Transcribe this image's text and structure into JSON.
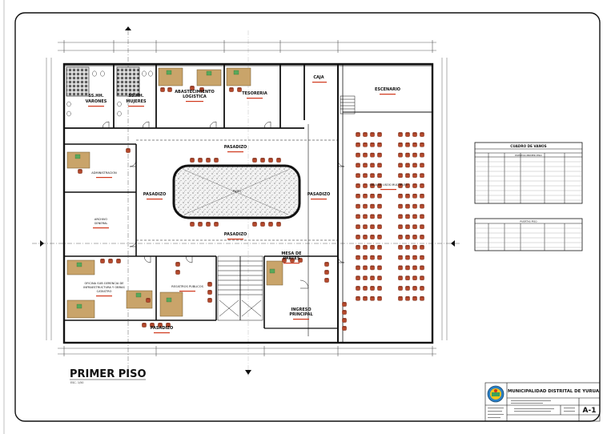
{
  "rooms": {
    "sshh_varones": [
      "SS.HH.",
      "VARONES"
    ],
    "sshh_mujeres": [
      "SS.HH.",
      "MUJERES"
    ],
    "abastecimiento": [
      "ABASTECIMIENTO",
      "LOGISTICA"
    ],
    "tesoreria": "TESORERIA",
    "caja": "CAJA",
    "escenario": "ESCENARIO",
    "pasadizo_top": "PASADIZO",
    "pasadizo_left": "PASADIZO",
    "pasadizo_right": "PASADIZO",
    "pasadizo_mid": "PASADIZO",
    "pasadizo_bottom": "PASADIZO",
    "administracion": "ADMINISTRACION",
    "archivo": [
      "ARCHIVO",
      "GENERAL"
    ],
    "patio": "PATIO",
    "sala_usos": "SALA DE USOS MULTIPLES",
    "mesa_partes": [
      "MESA DE",
      "PARTES"
    ],
    "oficina": [
      "OFICINA SUB GERENCIA DE",
      "INFRAESTRUCTURA Y OBRAS",
      "CATASTRO"
    ],
    "registros": "REGISTROS PUBLICOS",
    "ingreso": [
      "INGRESO",
      "PRINCIPAL"
    ]
  },
  "tables": {
    "vanos_title": "CUADRO DE VANOS",
    "first_sub": "PUERTAS PRIMER PISO",
    "second_sub": "PUERTAS PISO"
  },
  "title": {
    "main": "PRIMER PISO",
    "scale": "ESC. 1/50"
  },
  "titleblock": {
    "municipality": "MUNICIPALIDAD DISTRITAL DE YURUA",
    "sheet": "A-1"
  },
  "colors": {
    "chair": "#b5492c",
    "desk": "#c9a46a",
    "computer": "#5aa85a",
    "annotation": "#d0381c",
    "wall": "#111111"
  }
}
